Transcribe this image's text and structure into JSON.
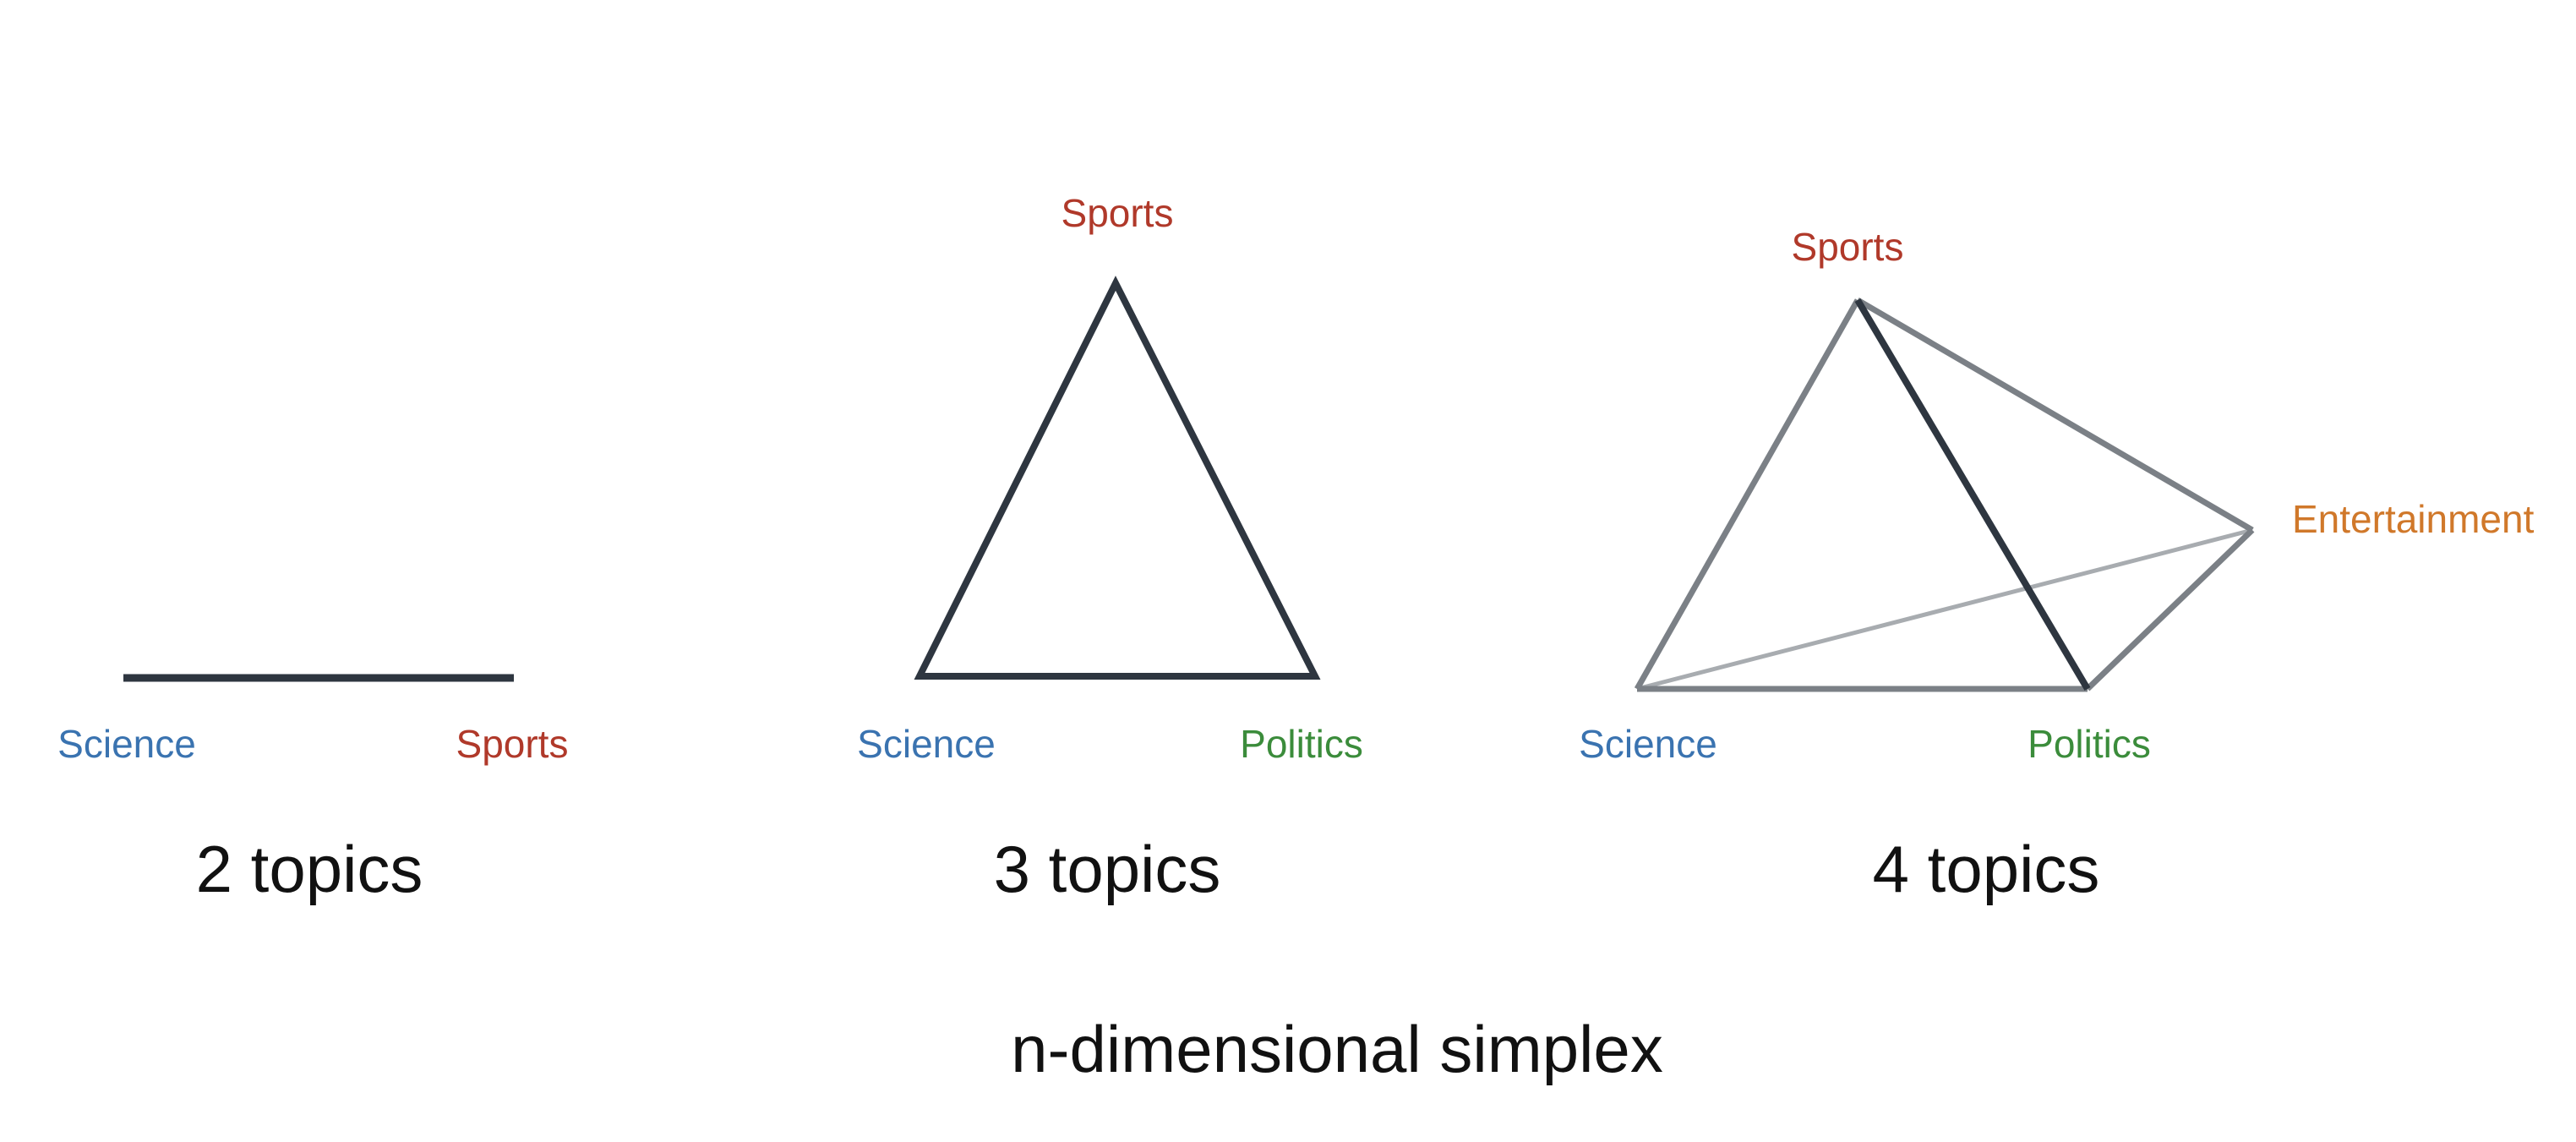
{
  "colors": {
    "science": "#3a73b0",
    "sports": "#b0392a",
    "politics": "#3b8c3b",
    "entertainment": "#d0782a",
    "edge_dark": "#2e3640",
    "edge_mid": "#7b8086",
    "edge_light": "#a8acb0"
  },
  "simplex_2": {
    "caption": "2 topics",
    "vertices": {
      "science": "Science",
      "sports": "Sports"
    }
  },
  "simplex_3": {
    "caption": "3 topics",
    "vertices": {
      "sports": "Sports",
      "science": "Science",
      "politics": "Politics"
    }
  },
  "simplex_4": {
    "caption": "4 topics",
    "vertices": {
      "sports": "Sports",
      "entertainment": "Entertainment",
      "science": "Science",
      "politics": "Politics"
    }
  },
  "footer": "n-dimensional simplex"
}
